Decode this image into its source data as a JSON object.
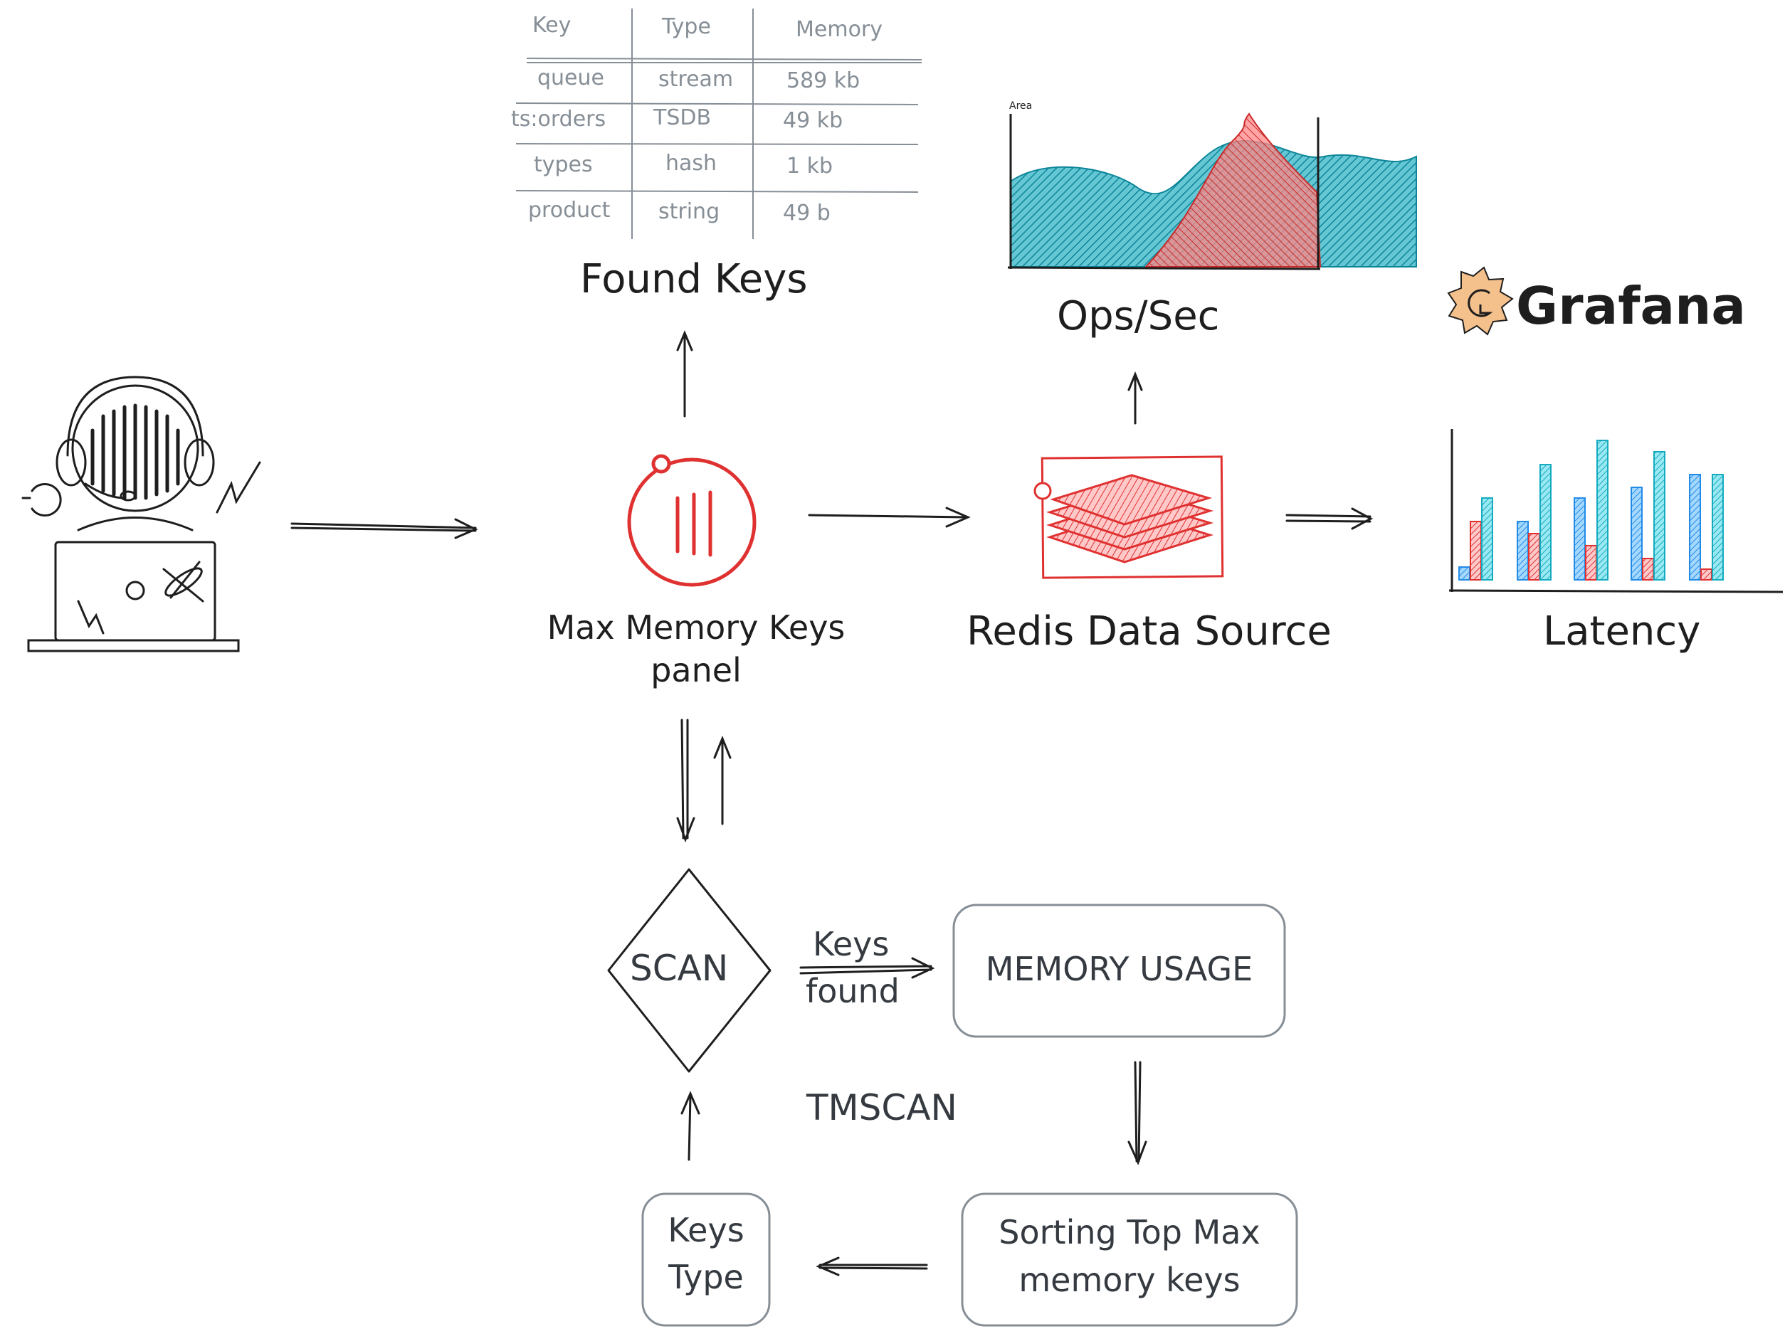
{
  "table": {
    "headers": [
      "Key",
      "Type",
      "Memory"
    ],
    "rows": [
      [
        "queue",
        "stream",
        "589 kb"
      ],
      [
        "ts:orders",
        "TSDB",
        "49 kb"
      ],
      [
        "types",
        "hash",
        "1 kb"
      ],
      [
        "product",
        "string",
        "49 b"
      ]
    ]
  },
  "labels": {
    "found_keys": "Found Keys",
    "ops_sec": "Ops/Sec",
    "area": "Area",
    "grafana": "Grafana",
    "max_memory_line1": "Max Memory Keys",
    "max_memory_line2": "panel",
    "redis_source": "Redis Data Source",
    "latency": "Latency",
    "scan": "SCAN",
    "keys_found_line1": "Keys",
    "keys_found_line2": "found",
    "memory_usage": "MEMORY USAGE",
    "tmscan": "TMSCAN",
    "sorting_line1": "Sorting Top Max",
    "sorting_line2": "memory keys",
    "keys_type_line1": "Keys",
    "keys_type_line2": "Type"
  },
  "colors": {
    "redis_red": "#e03131",
    "teal": "#15aabf",
    "blue": "#228be6",
    "pink": "#ff8787",
    "grafana_orange": "#f4a261",
    "box_stroke": "#868e96",
    "ink": "#1e1e1e"
  }
}
